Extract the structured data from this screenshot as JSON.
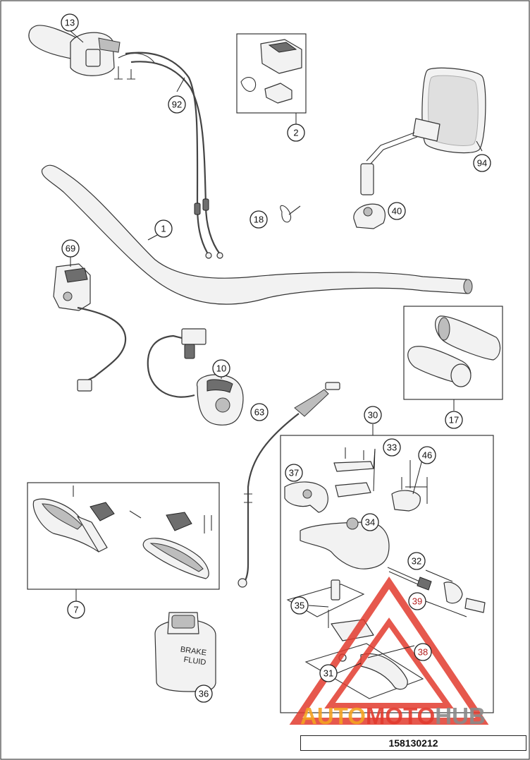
{
  "callouts": [
    {
      "label": "13"
    },
    {
      "label": "92"
    },
    {
      "label": "2"
    },
    {
      "label": "94"
    },
    {
      "label": "1"
    },
    {
      "label": "18"
    },
    {
      "label": "40"
    },
    {
      "label": "69"
    },
    {
      "label": "10"
    },
    {
      "label": "17"
    },
    {
      "label": "63"
    },
    {
      "label": "30"
    },
    {
      "label": "33"
    },
    {
      "label": "46"
    },
    {
      "label": "37"
    },
    {
      "label": "34"
    },
    {
      "label": "7"
    },
    {
      "label": "32"
    },
    {
      "label": "39"
    },
    {
      "label": "35"
    },
    {
      "label": "38"
    },
    {
      "label": "31"
    },
    {
      "label": "36"
    }
  ],
  "bottle": {
    "line1": "BRAKE",
    "line2": "FLUID"
  },
  "watermark": {
    "part1": "AUTO",
    "part2": "MOTO",
    "part3": "HUB"
  },
  "drawing_id": "158130212",
  "colors": {
    "watermark_red": "#e23b2e",
    "watermark_orange": "#f4a321",
    "watermark_gray": "#8a8a8a"
  }
}
